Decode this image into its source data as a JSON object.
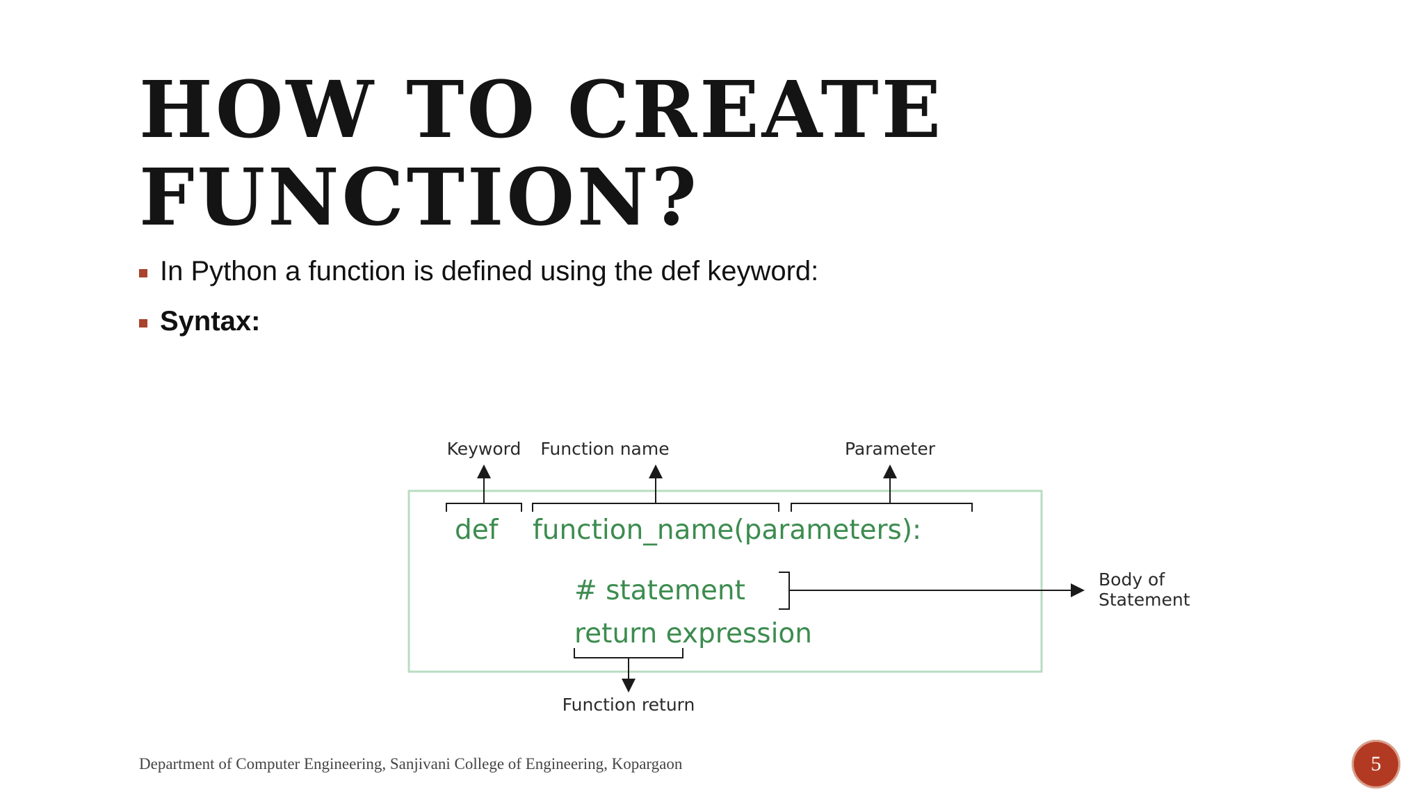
{
  "slide": {
    "title_lines": [
      "HOW TO CREATE",
      "FUNCTION?"
    ],
    "bullets": [
      {
        "text": "In Python a function is defined using the def keyword:"
      },
      {
        "text": "Syntax:"
      }
    ],
    "diagram": {
      "labels": {
        "keyword": "Keyword",
        "function_name": "Function name",
        "parameter": "Parameter",
        "body_line1": "Body of",
        "body_line2": "Statement",
        "function_return": "Function return"
      },
      "code": {
        "def": "def",
        "signature": "function_name(parameters):",
        "statement": "# statement",
        "return": "return expression"
      },
      "colors": {
        "code": "#3c8c4f",
        "box_border": "#b9dcc0",
        "arrows": "#1a1a1a"
      }
    },
    "footer": "Department of Computer Engineering, Sanjivani College of Engineering, Kopargaon",
    "page_number": "5",
    "accent_color": "#a9432d"
  }
}
